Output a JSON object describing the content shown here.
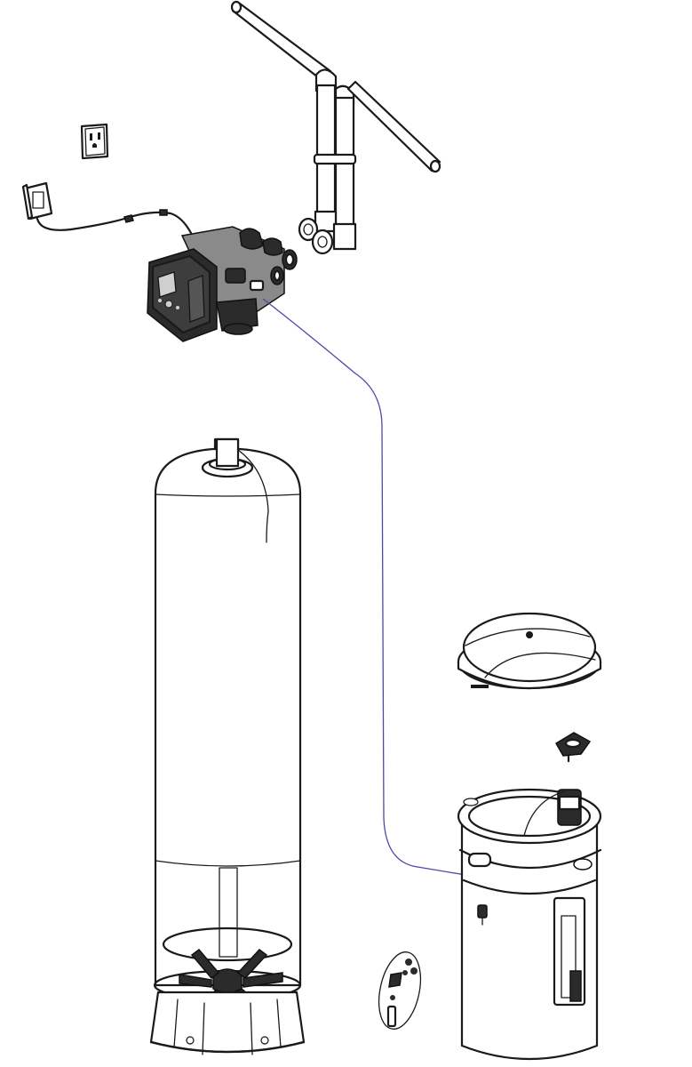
{
  "diagram": {
    "parts": [
      {
        "id": "wall-outlet",
        "icon": "outlet-icon"
      },
      {
        "id": "power-adapter",
        "icon": "plug-icon"
      },
      {
        "id": "control-valve",
        "icon": "valve-icon"
      },
      {
        "id": "bypass-plumbing",
        "icon": "pipe-icon"
      },
      {
        "id": "mineral-tank",
        "icon": "tank-icon"
      },
      {
        "id": "brine-tank-lid",
        "icon": "lid-icon"
      },
      {
        "id": "brine-grid-cap",
        "icon": "cap-icon"
      },
      {
        "id": "brine-tank",
        "icon": "tank-icon"
      },
      {
        "id": "overflow-fittings",
        "icon": "fitting-icon"
      }
    ],
    "colors": {
      "line": "#1a1a1a",
      "brine_tube": "#4a4aa8",
      "background": "#ffffff"
    }
  }
}
